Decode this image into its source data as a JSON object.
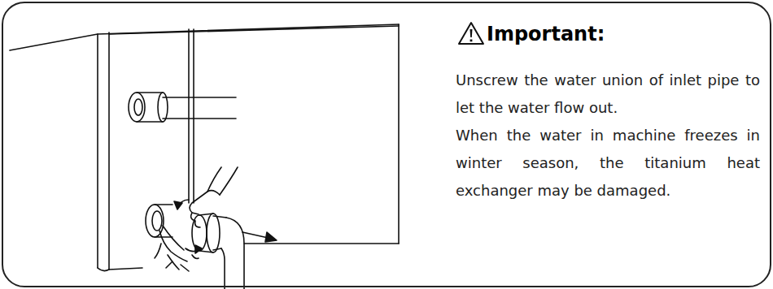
{
  "diagram": {
    "nodes": [
      {
        "text": [
          "Important:",
          "Unscrew the water union of inlet pipe to let the water flow out.",
          "When the water in machine freezes in winter season, the titanium heat exchanger may be damaged."
        ]
      }
    ]
  }
}
